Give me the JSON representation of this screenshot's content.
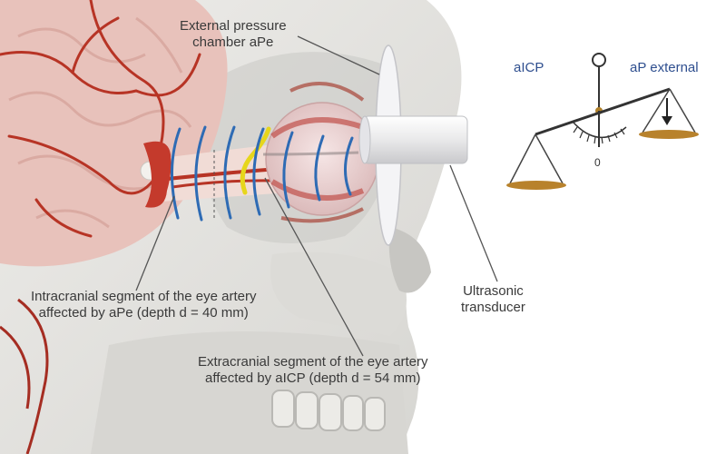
{
  "labels": {
    "chamber": [
      "External pressure",
      "chamber aPe"
    ],
    "intracranial": [
      "Intracranial segment of the eye artery",
      "affected by aPe (depth d = 40 mm)"
    ],
    "extracranial": [
      "Extracranial segment of the eye artery",
      "affected by aICP (depth d = 54 mm)"
    ],
    "transducer": [
      "Ultrasonic",
      "transducer"
    ]
  },
  "balance": {
    "left_label": "aICP",
    "right_label": "aP external",
    "zero_mark": "0"
  },
  "colors": {
    "skull": "#e3e2de",
    "brain": "#e9c3bd",
    "artery": "#b73425",
    "ultrasound_wave": "#2e6bb4",
    "highlight": "#e6d61c",
    "pan": "#b8822c",
    "text_blue": "#2f4f8f"
  }
}
